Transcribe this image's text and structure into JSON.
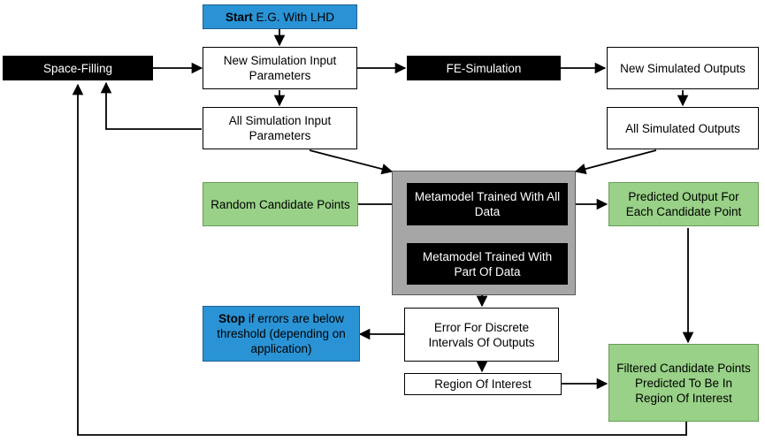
{
  "nodes": {
    "start": {
      "bold": "Start",
      "text": " E.G. With LHD"
    },
    "space_filling": {
      "text": "Space-Filling"
    },
    "new_inputs": {
      "text": "New Simulation Input Parameters"
    },
    "fe_sim": {
      "text": "FE-Simulation"
    },
    "new_outputs": {
      "text": "New Simulated Outputs"
    },
    "all_inputs": {
      "text": "All Simulation Input Parameters"
    },
    "all_outputs": {
      "text": "All Simulated Outputs"
    },
    "random_points": {
      "text": "Random Candidate Points"
    },
    "meta_all": {
      "text": "Metamodel Trained With All Data"
    },
    "meta_part": {
      "text": "Metamodel Trained With Part Of Data"
    },
    "predicted": {
      "text": "Predicted Output For Each Candidate Point"
    },
    "stop": {
      "bold": "Stop",
      "text": " if errors are below threshold (depending on application)"
    },
    "error": {
      "text": "Error For Discrete Intervals Of Outputs"
    },
    "filtered": {
      "text": "Filtered Candidate Points Predicted To Be In Region Of Interest"
    },
    "region": {
      "text": "Region Of Interest"
    }
  },
  "colors": {
    "process_dark": "#000000",
    "start_stop": "#2a93d5",
    "candidate": "#98d187",
    "metamodel_group": "#a6a6a6"
  }
}
